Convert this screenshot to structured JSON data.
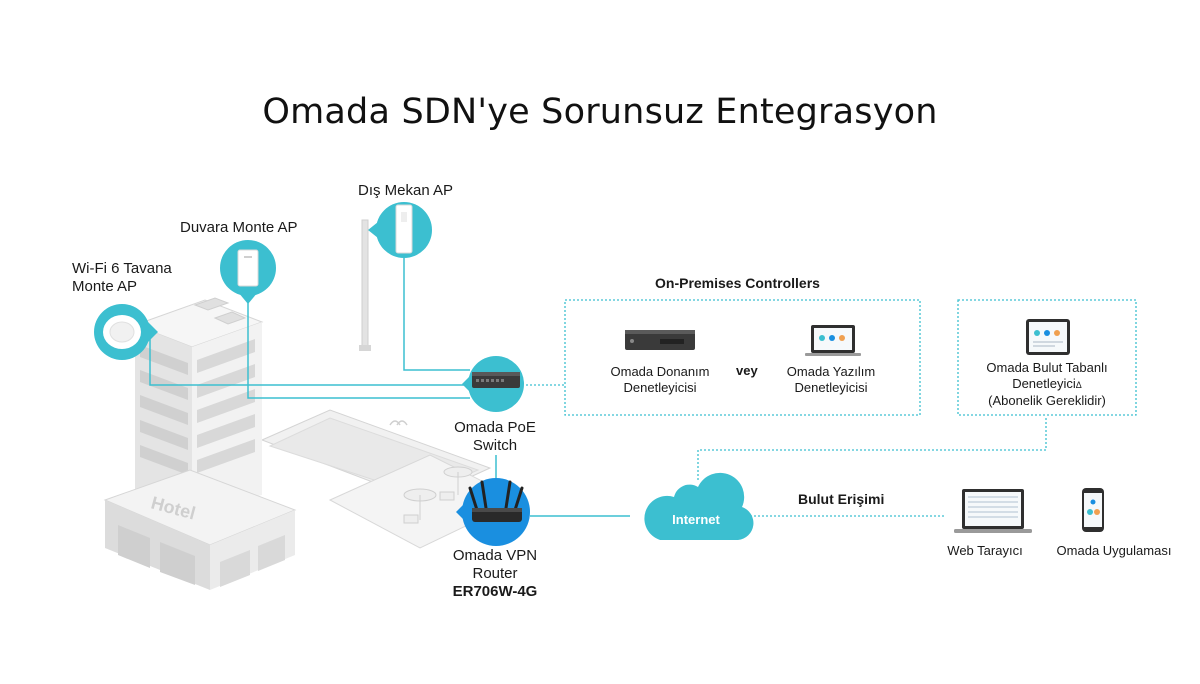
{
  "title": "Omada SDN'ye Sorunsuz Entegrasyon",
  "devices": {
    "ceiling_ap": "Wi-Fi 6 Tavana\nMonte AP",
    "wall_ap": "Duvara Monte AP",
    "outdoor_ap": "Dış Mekan AP",
    "poe_switch": "Omada PoE\nSwitch",
    "router_line1": "Omada VPN",
    "router_line2": "Router",
    "router_model": "ER706W-4G"
  },
  "building_sign": "Hotel",
  "on_premises": {
    "heading": "On-Premises Controllers",
    "hardware": "Omada Donanım\nDenetleyicisi",
    "or": "vey",
    "software": "Omada Yazılım\nDenetleyicisi"
  },
  "cloud_controller": {
    "line1": "Omada Bulut Tabanlı",
    "line2": "Denetleyici",
    "mark": "Δ",
    "line3": "(Abonelik Gereklidir)"
  },
  "internet": "Internet",
  "cloud_access": "Bulut Erişimi",
  "clients": {
    "browser": "Web Tarayıcı",
    "app": "Omada Uygulaması"
  },
  "colors": {
    "accent": "#3cbfd0",
    "router_circle": "#1a8fe0",
    "building": "#e6e6e6"
  }
}
